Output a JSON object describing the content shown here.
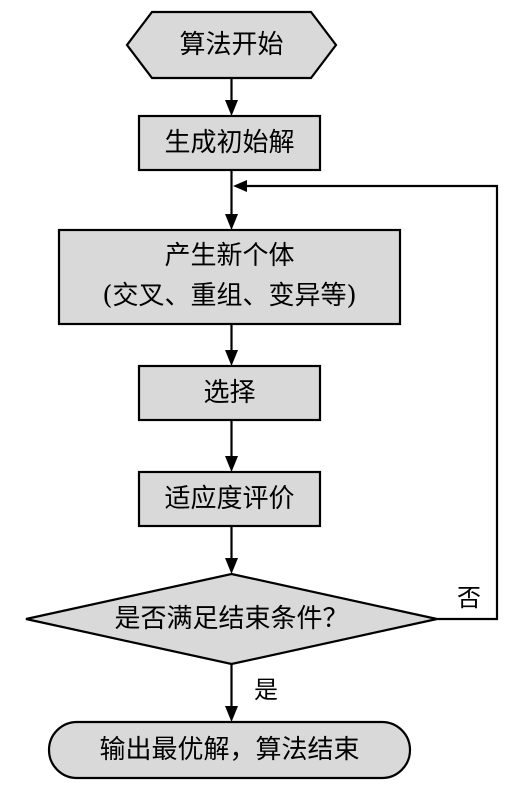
{
  "colors": {
    "fill": "#d9d9d9",
    "stroke": "#000000",
    "background": "#ffffff"
  },
  "nodes": {
    "start": "算法开始",
    "init": "生成初始解",
    "generate_line1": "产生新个体",
    "generate_line2": "(交叉、重组、变异等)",
    "select": "选择",
    "evaluate": "适应度评价",
    "decision": "是否满足结束条件？",
    "end": "输出最优解，算法结束"
  },
  "edges": {
    "no_label": "否",
    "yes_label": "是"
  }
}
